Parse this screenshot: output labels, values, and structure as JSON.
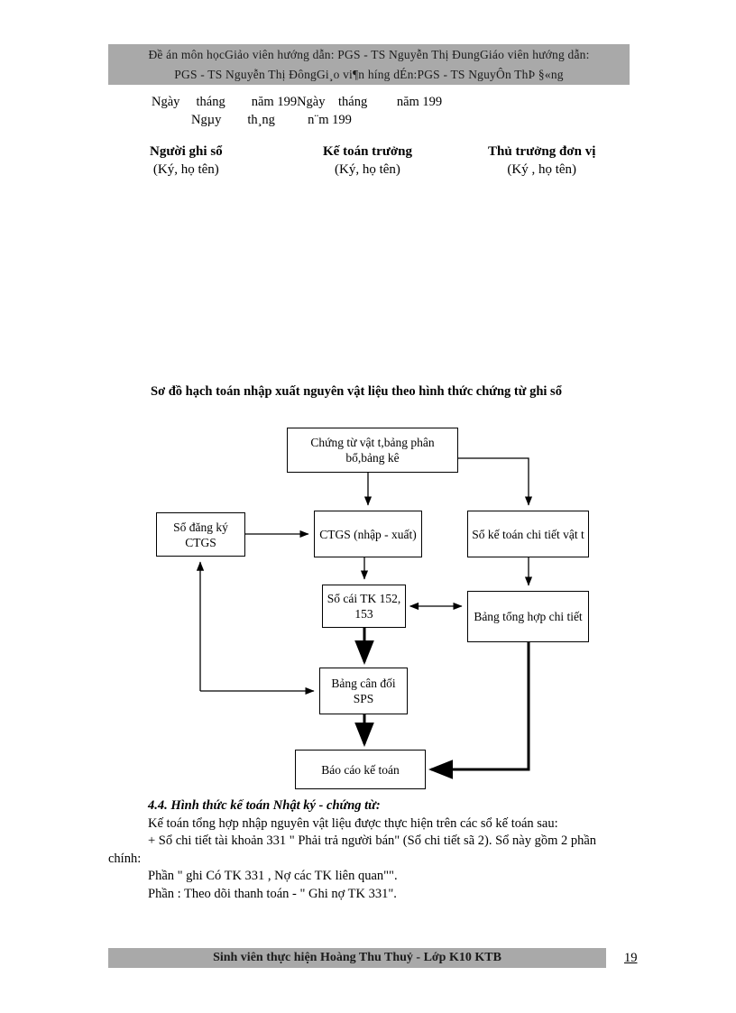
{
  "header": {
    "line1": "Đề án môn họcGiảo viên hướng dẫn: PGS - TS Nguyễn Thị ĐungGiáo  viên  hướng  dẫn:",
    "line2": "PGS - TS Nguyễn Thị ĐôngGi¸o  vi¶n híng   dÉn:PGS - TS  NguyÔn ThÞ §«ng",
    "band_color": "#a9a9a9"
  },
  "dates": {
    "line1": "Ngày     tháng        năm 199Ngày    tháng         năm 199",
    "line2": "Ngµy        th¸ng          n¨m 199"
  },
  "signatures": [
    {
      "title": "Người ghi sổ",
      "sub": "(Ký, họ tên)"
    },
    {
      "title": "Kế toán trưởng",
      "sub": "(Ký, họ tên)"
    },
    {
      "title": "Thủ trưởng đơn vị",
      "sub": "(Ký , họ tên)"
    }
  ],
  "diagram": {
    "title": "Sơ đồ hạch toán nhập xuất nguyên vật liệu theo hình thức chứng từ ghi sổ",
    "nodes": {
      "chungtu": "Chứng từ vật t,bảng   phân bổ,bảng kê",
      "sodangky": "Sổ đăng ký CTGS",
      "ctgs": "CTGS (nhập - xuất)",
      "soketoan": "Sổ kế toán chi tiết vật t",
      "socai": "Sổ cái TK 152, 153",
      "bangtonghop": "Bảng tổng hợp chi tiết",
      "bangcan": "Bảng cân đối SPS",
      "baocao": "Báo cáo kế toán"
    }
  },
  "body": {
    "heading": "4.4. Hình thức kế toán Nhật ký - chứng từ:",
    "line1": "Kế toán tổng hợp nhập nguyên  vật liệu  được thực hiện  trên các sổ kế toán sau:",
    "line2": "+ Sổ chi tiết tài khoản 331 \" Phải  trả người bán\" (Sổ chi tiết sã 2). Sổ này gồm 2 phần chính:",
    "line3": "Phần \" ghi Có TK 331 , Nợ các TK liên  quan\"\".",
    "line4": "Phần : Theo dõi thanh toán - \" Ghi nợ TK 331\"."
  },
  "footer": {
    "text": "Sinh viên thực hiện Hoàng Thu Thuỷ - Lớp K10 KTB",
    "page": "19",
    "band_color": "#a9a9a9"
  }
}
